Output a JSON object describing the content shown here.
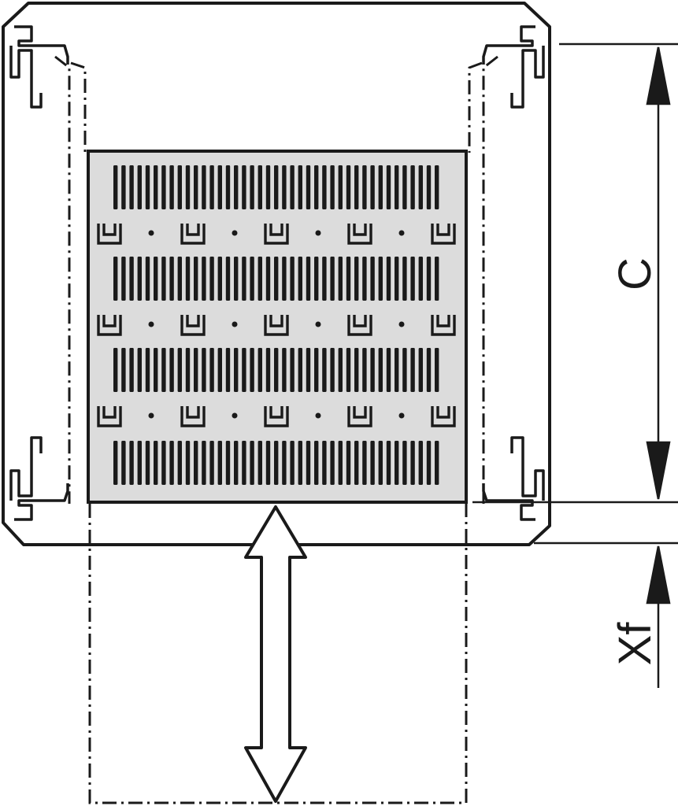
{
  "drawing": {
    "dimension_labels": {
      "height": "C",
      "extension": "Xf"
    },
    "colors": {
      "line": "#1a1a1a",
      "shelf_fill": "#dcdcdc",
      "background": "#ffffff"
    },
    "shelf": {
      "slot_rows": 4,
      "clip_rows": 3,
      "clips_per_row": 5,
      "holes_per_row": 4
    }
  }
}
